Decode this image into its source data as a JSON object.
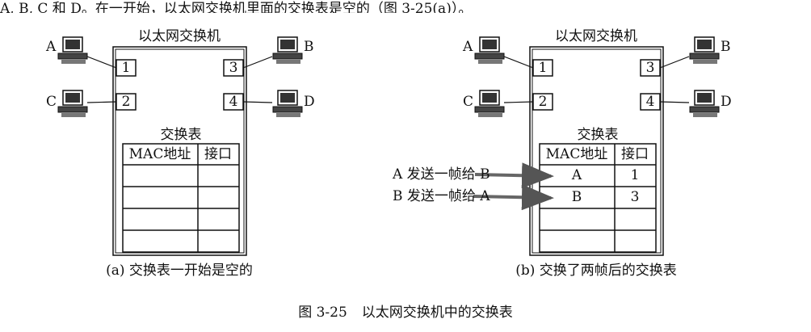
{
  "header_fragment": "A, B, C 和 D。在一开始，以太网交换机里面的交换表是空的（图 3-25(a)）。",
  "switch_title": "以太网交换机",
  "hosts": [
    "A",
    "B",
    "C",
    "D"
  ],
  "ports": [
    "1",
    "2",
    "3",
    "4"
  ],
  "table_title": "交换表",
  "table_headers": [
    "MAC地址",
    "接口"
  ],
  "panels": [
    {
      "caption": "(a) 交换表一开始是空的",
      "rows": []
    },
    {
      "caption": "(b) 交换了两帧后的交换表",
      "rows": [
        {
          "mac": "A",
          "port": "1"
        },
        {
          "mac": "B",
          "port": "3"
        }
      ],
      "arrows": [
        "A 发送一帧给 B",
        "B 发送一帧给 A"
      ]
    }
  ],
  "figure_number": "图 3-25",
  "figure_title": "以太网交换机中的交换表",
  "colors": {
    "line": "#111111",
    "arrow": "#666666"
  }
}
